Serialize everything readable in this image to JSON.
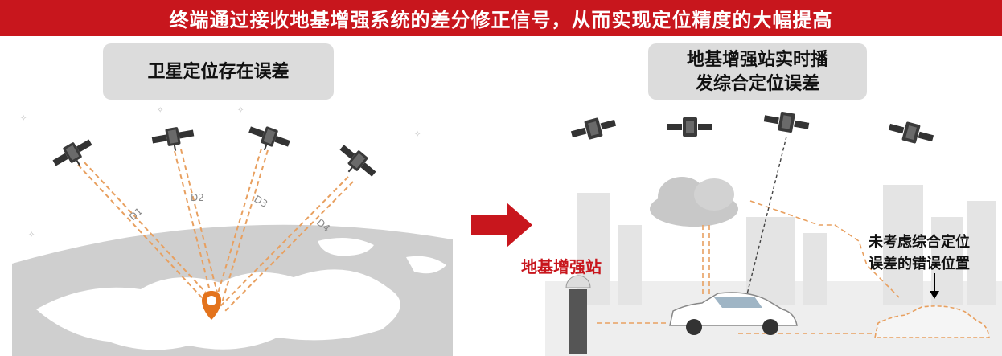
{
  "header": {
    "title": "终端通过接收地基增强系统的差分修正信号，从而实现定位精度的大幅提高"
  },
  "left": {
    "label": "卫星定位存在误差",
    "distances": [
      "D1",
      "D2",
      "D3",
      "D4"
    ]
  },
  "right": {
    "label_line1": "地基增强站实时播",
    "label_line2": "发综合定位误差",
    "station_label": "地基增强站",
    "error_line1": "未考虑综合定位",
    "error_line2": "误差的错误位置"
  },
  "colors": {
    "banner": "#c8161d",
    "accent": "#c8161d",
    "dashed": "#e8a060",
    "pin": "#e3731c",
    "satellite": "#333333"
  }
}
